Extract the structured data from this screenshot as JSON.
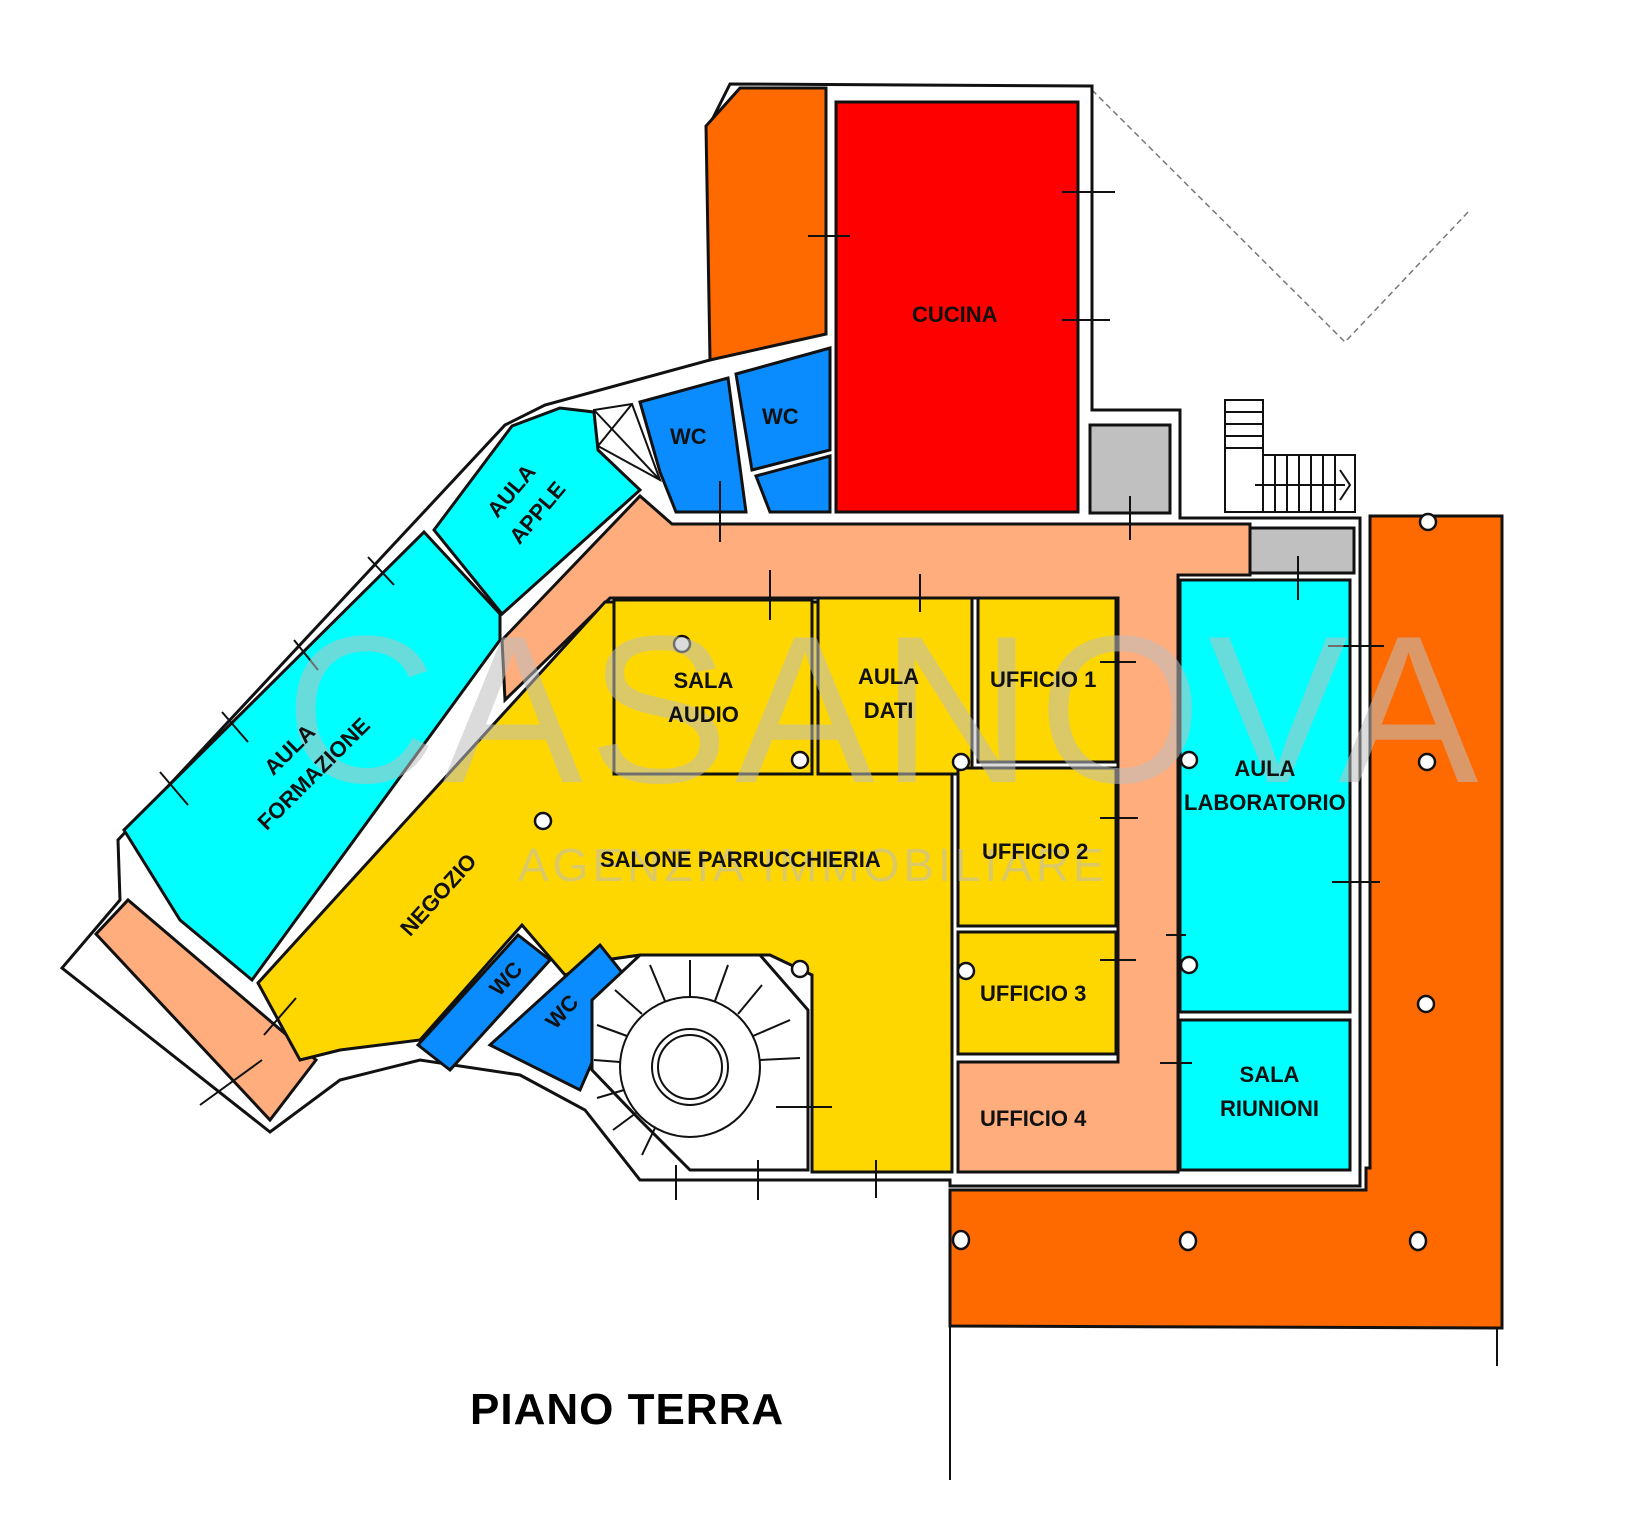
{
  "plan": {
    "title": "PIANO TERRA",
    "watermark": {
      "brand": "CASANOVA",
      "tagline": "AGENZIA IMMOBILIARE"
    },
    "colors": {
      "cucina": "#ff0000",
      "wc": "#0a8cff",
      "aula": "#00ffff",
      "ufficio": "#ffd700",
      "corridor": "#ffad7d",
      "terrace": "#ff6a00",
      "service": "#c0c0c0"
    },
    "rooms": {
      "cucina": "CUCINA",
      "wc_top_left": "WC",
      "wc_top_right": "WC",
      "aula_apple": [
        "AULA",
        "APPLE"
      ],
      "aula_formazione": [
        "AULA",
        "FORMAZIONE"
      ],
      "sala_audio": [
        "SALA",
        "AUDIO"
      ],
      "aula_dati": [
        "AULA",
        "DATI"
      ],
      "ufficio_1": "UFFICIO 1",
      "ufficio_2": "UFFICIO 2",
      "ufficio_3": "UFFICIO 3",
      "ufficio_4": "UFFICIO 4",
      "aula_laboratorio": [
        "AULA",
        "LABORATORIO"
      ],
      "sala_riunioni": [
        "SALA",
        "RIUNIONI"
      ],
      "salone_parrucchieria": "SALONE PARRUCCHIERIA",
      "negozio": "NEGOZIO",
      "wc_bottom_left": "WC",
      "wc_bottom_right": "WC"
    }
  }
}
